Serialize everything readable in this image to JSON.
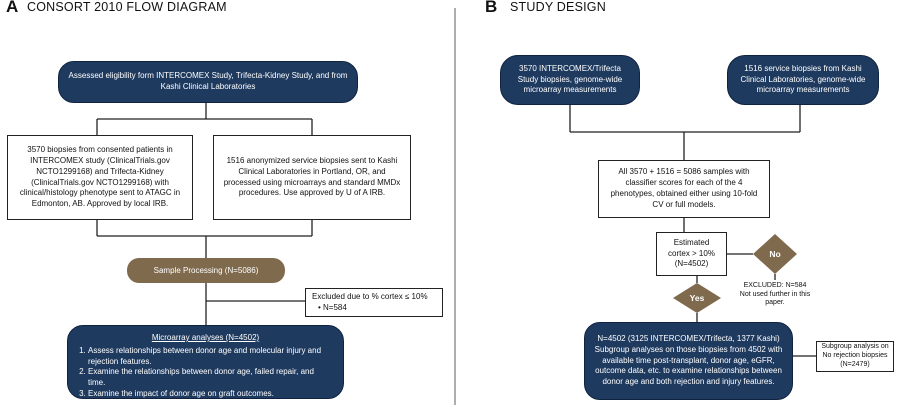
{
  "panel_a": {
    "letter": "A",
    "title": "CONSORT 2010 FLOW DIAGRAM",
    "eligibility": "Assessed eligibility form INTERCOMEX Study, Trifecta-Kidney Study, and from Kashi Clinical Laboratories",
    "consented": "3570 biopsies from consented patients in INTERCOMEX study (ClinicalTrials.gov NCTO1299168) and Trifecta-Kidney (ClinicalTrials.gov NCTO1299168)  with clinical/histology phenotype sent to ATAGC in Edmonton, AB. Approved by local IRB.",
    "anonymized": "1516 anonymized service biopsies sent to Kashi Clinical Laboratories in Portland, OR, and processed using microarrays and standard MMDx procedures. Use approved by U of A IRB.",
    "processing": "Sample Processing (N=5086)",
    "excluded_title": "Excluded due to % cortex ≤ 10%",
    "excluded_item": "N=584",
    "analyses_title": "Microarray analyses (N=4502)",
    "analyses_items": [
      "Assess relationships between donor age and molecular injury and rejection features.",
      "Examine the relationships between donor age, failed repair, and time.",
      "Examine the impact of donor age on graft outcomes."
    ]
  },
  "panel_b": {
    "letter": "B",
    "title": "STUDY DESIGN",
    "source_left": "3570 INTERCOMEX/Trifecta Study biopsies, genome-wide microarray measurements",
    "source_right": "1516 service biopsies from Kashi Clinical Laboratories, genome-wide microarray measurements",
    "combined": "All 3570 + 1516 = 5086 samples with classifier scores for each of the 4 phenotypes, obtained either using 10-fold CV or full models.",
    "cortex_question": "Estimated cortex > 10% (N=4502)",
    "no_label": "No",
    "yes_label": "Yes",
    "excluded_box": "EXCLUDED: N=584 Not used further in this paper.",
    "final_box": "N=4502 (3125 INTERCOMEX/Trifecta, 1377 Kashi) Subgroup analyses on those biopsies from 4502 with available time post-transplant, donor age, eGFR, outcome data, etc. to examine relationships between donor age and both rejection and injury features.",
    "subgroup_box": "Subgroup analysis on No rejection biopsies (N=2479)"
  },
  "colors": {
    "navy": "#1f3a5f",
    "brown": "#7f6a4d"
  }
}
